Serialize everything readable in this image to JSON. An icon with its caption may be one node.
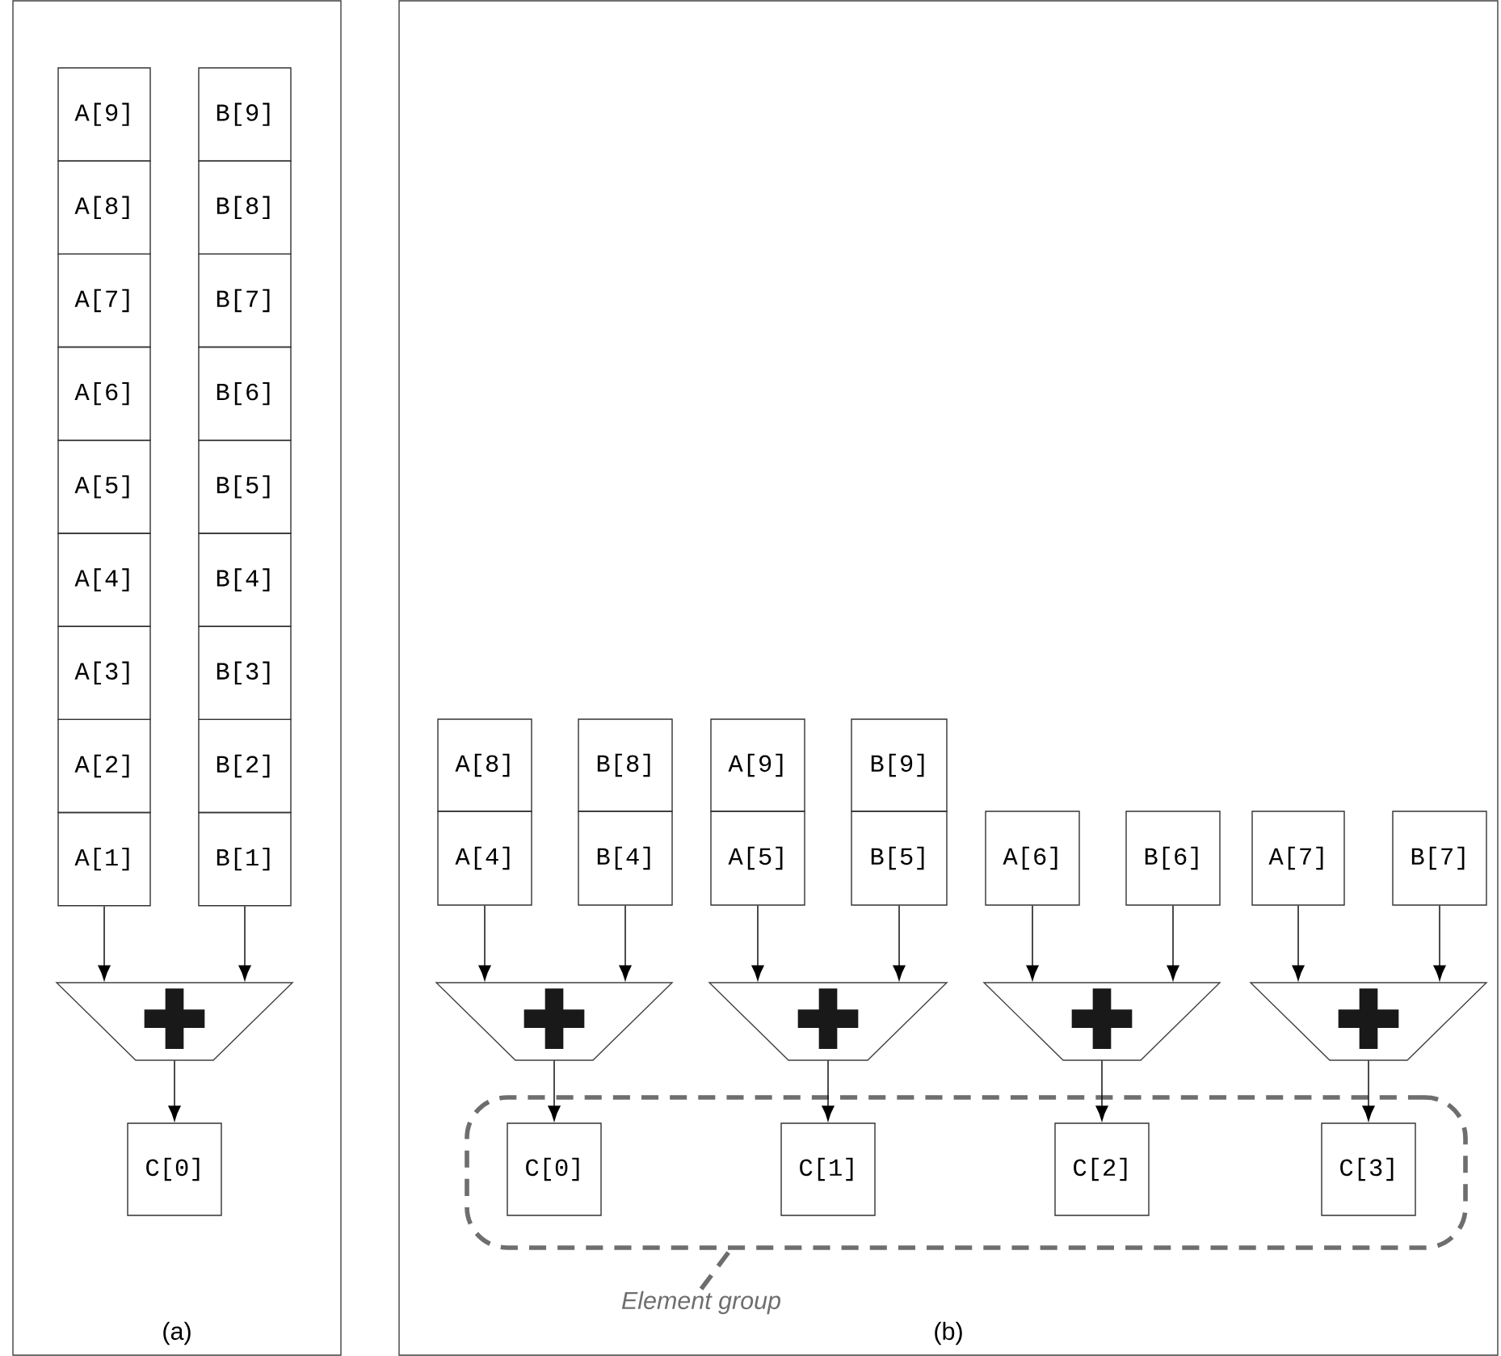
{
  "diagram": {
    "nodes": [
      {
        "text": [
          "(a)"
        ]
      },
      {
        "text": [
          "A[9]"
        ],
        "in": 0
      },
      {
        "text": [
          "B[9]"
        ],
        "in": 0
      },
      {
        "text": [
          "A[8]"
        ],
        "in": 0
      },
      {
        "text": [
          "B[8]"
        ],
        "in": 0
      },
      {
        "text": [
          "A[7]"
        ],
        "in": 0
      },
      {
        "text": [
          "B[7]"
        ],
        "in": 0
      },
      {
        "text": [
          "A[6]"
        ],
        "in": 0
      },
      {
        "text": [
          "B[6]"
        ],
        "in": 0
      },
      {
        "text": [
          "A[5]"
        ],
        "in": 0
      },
      {
        "text": [
          "B[5]"
        ],
        "in": 0
      },
      {
        "text": [
          "A[4]"
        ],
        "in": 0
      },
      {
        "text": [
          "B[4]"
        ],
        "in": 0
      },
      {
        "text": [
          "A[3]"
        ],
        "in": 0
      },
      {
        "text": [
          "B[3]"
        ],
        "in": 0
      },
      {
        "text": [
          "A[2]"
        ],
        "in": 0
      },
      {
        "text": [
          "B[2]"
        ],
        "in": 0
      },
      {
        "text": [
          "A[1]"
        ],
        "in": 0
      },
      {
        "text": [
          "B[1]"
        ],
        "in": 0
      },
      {
        "text": [],
        "shape": "trapezoid",
        "in": 0
      },
      {
        "text": [
          "C[0]"
        ],
        "in": 0
      },
      {
        "text": [
          "(b)"
        ]
      },
      {
        "text": [
          "A[8]"
        ],
        "in": 21
      },
      {
        "text": [
          "B[8]"
        ],
        "in": 21
      },
      {
        "text": [
          "A[9]"
        ],
        "in": 21
      },
      {
        "text": [
          "B[9]"
        ],
        "in": 21
      },
      {
        "text": [
          "A[4]"
        ],
        "in": 21
      },
      {
        "text": [
          "B[4]"
        ],
        "in": 21
      },
      {
        "text": [
          "A[5]"
        ],
        "in": 21
      },
      {
        "text": [
          "B[5]"
        ],
        "in": 21
      },
      {
        "text": [
          "A[6]"
        ],
        "in": 21
      },
      {
        "text": [
          "B[6]"
        ],
        "in": 21
      },
      {
        "text": [
          "A[7]"
        ],
        "in": 21
      },
      {
        "text": [
          "B[7]"
        ],
        "in": 21
      },
      {
        "text": [],
        "shape": "trapezoid",
        "in": 21
      },
      {
        "text": [],
        "shape": "trapezoid",
        "in": 21
      },
      {
        "text": [],
        "shape": "trapezoid",
        "in": 21
      },
      {
        "text": [],
        "shape": "trapezoid",
        "in": 21
      },
      {
        "text": [],
        "shape": "box",
        "in": 21
      },
      {
        "text": [
          "C[0]"
        ],
        "in": 38
      },
      {
        "text": [
          "C[1]"
        ],
        "in": 38
      },
      {
        "text": [
          "C[2]"
        ],
        "in": 38
      },
      {
        "text": [
          "C[3]"
        ],
        "in": 38
      },
      {
        "text": [
          "Element group"
        ],
        "in": 21
      }
    ],
    "edges": [
      {
        "from": 17,
        "to": 19,
        "arrow": "to"
      },
      {
        "from": 18,
        "to": 19,
        "arrow": "to"
      },
      {
        "from": 19,
        "to": 20,
        "arrow": "to"
      },
      {
        "from": 26,
        "to": 34,
        "arrow": "to"
      },
      {
        "from": 27,
        "to": 34,
        "arrow": "to"
      },
      {
        "from": 28,
        "to": 35,
        "arrow": "to"
      },
      {
        "from": 29,
        "to": 35,
        "arrow": "to"
      },
      {
        "from": 30,
        "to": 36,
        "arrow": "to"
      },
      {
        "from": 31,
        "to": 36,
        "arrow": "to"
      },
      {
        "from": 32,
        "to": 37,
        "arrow": "to"
      },
      {
        "from": 33,
        "to": 37,
        "arrow": "to"
      },
      {
        "from": 34,
        "to": 39,
        "arrow": "to"
      },
      {
        "from": 35,
        "to": 40,
        "arrow": "to"
      },
      {
        "from": 36,
        "to": 41,
        "arrow": "to"
      },
      {
        "from": 37,
        "to": 42,
        "arrow": "to"
      },
      {
        "from": 43,
        "to": 38,
        "arrow": "none",
        "style": "dashed",
        "color": "#6e6e6e"
      }
    ]
  }
}
